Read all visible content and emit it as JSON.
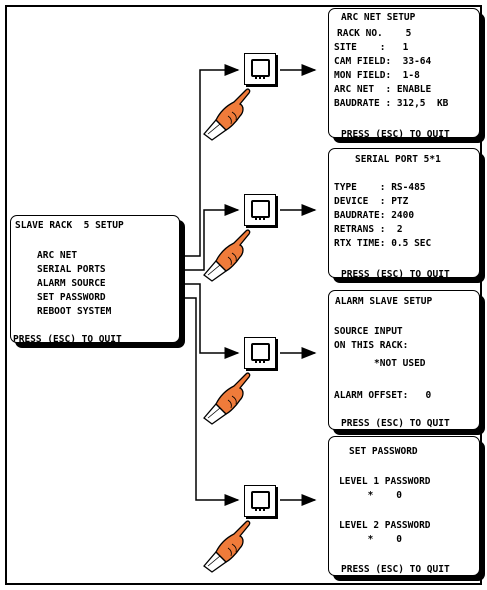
{
  "slave_rack_menu": {
    "title": "SLAVE RACK  5 SETUP",
    "items": [
      "ARC NET",
      "SERIAL PORTS",
      "ALARM SOURCE",
      "SET PASSWORD",
      "REBOOT SYSTEM"
    ],
    "footer": "PRESS (ESC) TO QUIT"
  },
  "arc_net_screen": {
    "title": "ARC NET SETUP",
    "lines": [
      "RACK NO.    5",
      "SITE    :   1",
      "CAM FIELD:  33-64",
      "MON FIELD:  1-8",
      "ARC NET  : ENABLE",
      "BAUDRATE : 312,5  KB"
    ],
    "footer": "PRESS (ESC) TO QUIT"
  },
  "serial_port_screen": {
    "title": "SERIAL PORT 5*1",
    "lines": [
      "TYPE    : RS-485",
      "DEVICE  : PTZ",
      "BAUDRATE: 2400",
      "RETRANS :  2",
      "RTX TIME: 0.5 SEC"
    ],
    "footer": "PRESS (ESC) TO QUIT"
  },
  "alarm_slave_screen": {
    "title": "ALARM SLAVE SETUP",
    "lines": [
      "SOURCE INPUT",
      "ON THIS RACK:",
      "       *NOT USED",
      "ALARM OFFSET:   0"
    ],
    "footer": "PRESS (ESC) TO QUIT"
  },
  "set_password_screen": {
    "title": "SET PASSWORD",
    "lines": [
      "LEVEL 1 PASSWORD",
      "     *    0",
      "LEVEL 2 PASSWORD",
      "     *    0"
    ],
    "footer": "PRESS (ESC) TO QUIT"
  },
  "icons": {
    "monitor": "monitor-icon",
    "hand": "pointing-hand-icon",
    "arrow": "arrow-right-icon"
  },
  "colors": {
    "hand_skin": "#f07b3a",
    "sleeve": "#ffffff",
    "ink": "#000000"
  }
}
